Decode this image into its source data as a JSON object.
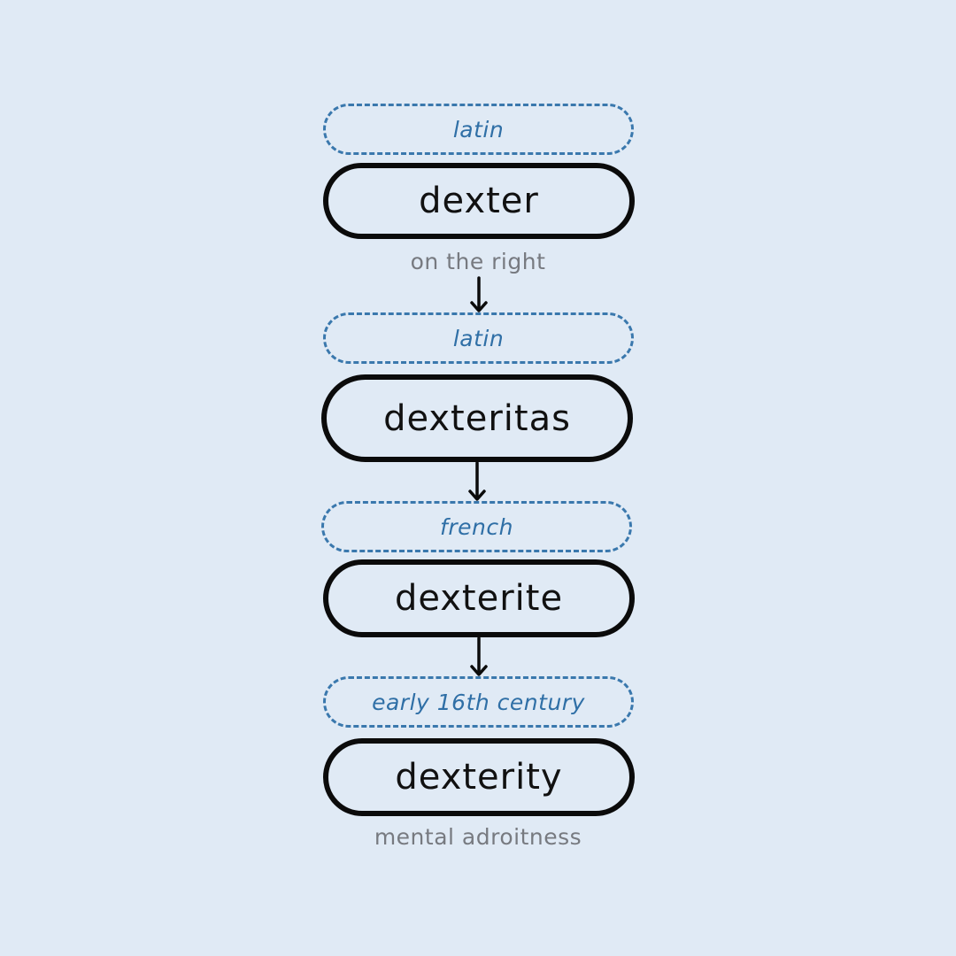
{
  "colors": {
    "background": "#e0eaf5",
    "language_border": "#3a78ad",
    "language_text": "#2f6fa6",
    "word_border": "#0b0b0b",
    "note_text": "#777a80"
  },
  "steps": [
    {
      "language": "latin",
      "word": "dexter",
      "meaning": "on the right"
    },
    {
      "language": "latin",
      "word": "dexteritas",
      "meaning": ""
    },
    {
      "language": "french",
      "word": "dexterite",
      "meaning": ""
    },
    {
      "language": "early 16th century",
      "word": "dexterity",
      "meaning": "mental adroitness"
    }
  ]
}
